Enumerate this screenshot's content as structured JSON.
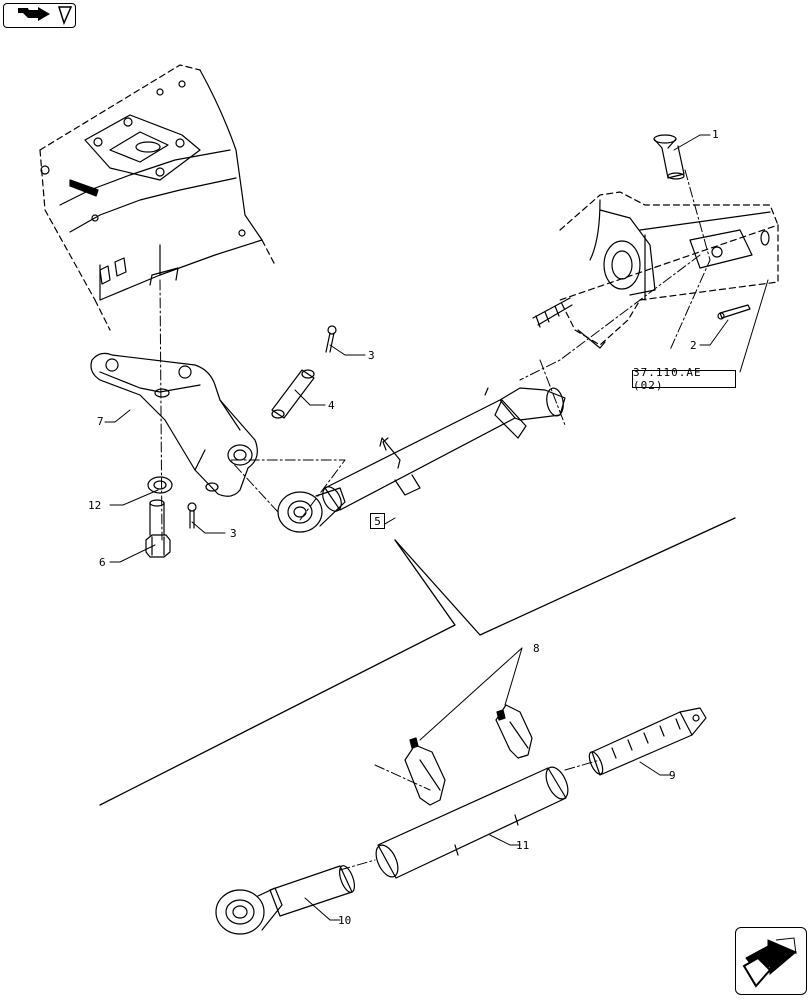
{
  "navigation": {
    "prev_icon": "arrow-back-icon",
    "next_icon": "arrow-forward-icon"
  },
  "references": {
    "cross_ref": "37.110.AE (02)",
    "sub_assembly": "5"
  },
  "callouts": {
    "c1": "1",
    "c2": "2",
    "c3a": "3",
    "c3b": "3",
    "c4": "4",
    "c6": "6",
    "c7": "7",
    "c8": "8",
    "c9": "9",
    "c10": "10",
    "c11": "11",
    "c12": "12"
  },
  "colors": {
    "line": "#000000",
    "background": "#ffffff"
  }
}
